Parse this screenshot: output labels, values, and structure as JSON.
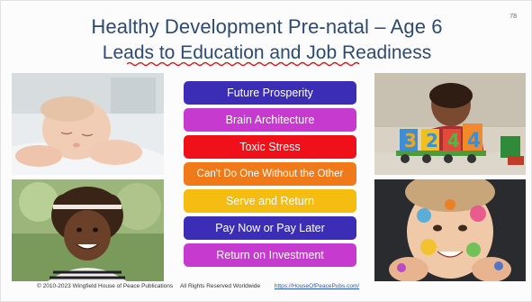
{
  "slide": {
    "title_line1": "Healthy Development Pre-natal – Age 6",
    "title_line2": "Leads to Education and Job Readiness",
    "page_number": "78"
  },
  "buttons": [
    {
      "label": "Future Prosperity",
      "color": "#3b2db5"
    },
    {
      "label": "Brain Architecture",
      "color": "#c73ad0"
    },
    {
      "label": "Toxic Stress",
      "color": "#f0101a"
    },
    {
      "label": "Can't Do One Without the Other",
      "color": "#f07a1a"
    },
    {
      "label": "Serve and Return",
      "color": "#f5bd12"
    },
    {
      "label": "Pay Now or Pay Later",
      "color": "#3b2db5"
    },
    {
      "label": "Return on Investment",
      "color": "#c73ad0"
    }
  ],
  "footer": {
    "copyright": "© 2010-2023  Wingfield House of Peace Publications",
    "rights": "All Rights Reserved Worldwide",
    "link": "https://HouseOfPeacePubs.com/"
  },
  "photos": [
    {
      "name": "sleeping-baby-photo"
    },
    {
      "name": "toddler-number-blocks-photo"
    },
    {
      "name": "smiling-girl-photo"
    },
    {
      "name": "painted-face-boy-photo"
    }
  ]
}
